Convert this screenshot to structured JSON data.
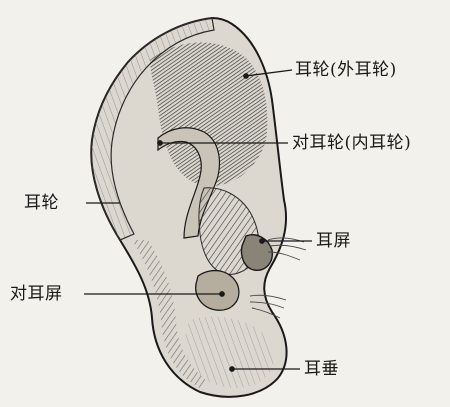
{
  "labels": {
    "helix_outer": "耳轮(外耳轮)",
    "antihelix_inner": "对耳轮(内耳轮)",
    "helix": "耳轮",
    "tragus": "耳屏",
    "antitragus": "对耳屏",
    "earlobe": "耳垂"
  },
  "colors": {
    "paper": "#f3f1ec",
    "ink": "#1a1a1a",
    "shade_dark": "#2b2b2b",
    "shade_mid": "#6b6b6b"
  }
}
